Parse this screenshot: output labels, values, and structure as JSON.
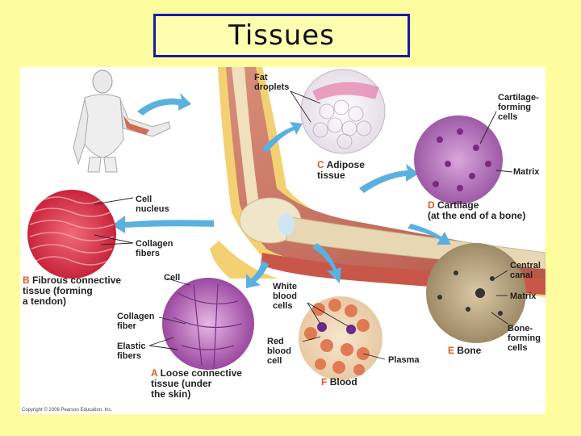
{
  "title": "Tissues",
  "labels": {
    "fat_droplets": "Fat\ndroplets",
    "adipose_letter": "C",
    "adipose": "Adipose\ntissue",
    "cartilage_forming": "Cartilage-\nforming\ncells",
    "matrix_cart": "Matrix",
    "cartilage_letter": "D",
    "cartilage": "Cartilage\n(at the end of a bone)",
    "cell_nucleus": "Cell\nnucleus",
    "collagen_fibers": "Collagen\nfibers",
    "fibrous_letter": "B",
    "fibrous": "Fibrous connective\ntissue (forming\na tendon)",
    "cell": "Cell",
    "collagen_fiber": "Collagen\nfiber",
    "elastic_fibers": "Elastic\nfibers",
    "loose_letter": "A",
    "loose": "Loose connective\ntissue (under\nthe skin)",
    "white_blood": "White\nblood\ncells",
    "red_blood": "Red\nblood\ncell",
    "plasma": "Plasma",
    "blood_letter": "F",
    "blood": "Blood",
    "central_canal": "Central\ncanal",
    "matrix_bone": "Matrix",
    "bone_forming": "Bone-\nforming\ncells",
    "bone_letter": "E",
    "bone": "Bone"
  },
  "copyright": "Copyright © 2006 Pearson Education, Inc.",
  "colors": {
    "background": "#fdfda0",
    "title_border": "#1a1aa8",
    "letter": "#e05a23",
    "arrow": "#5ab1e0"
  }
}
